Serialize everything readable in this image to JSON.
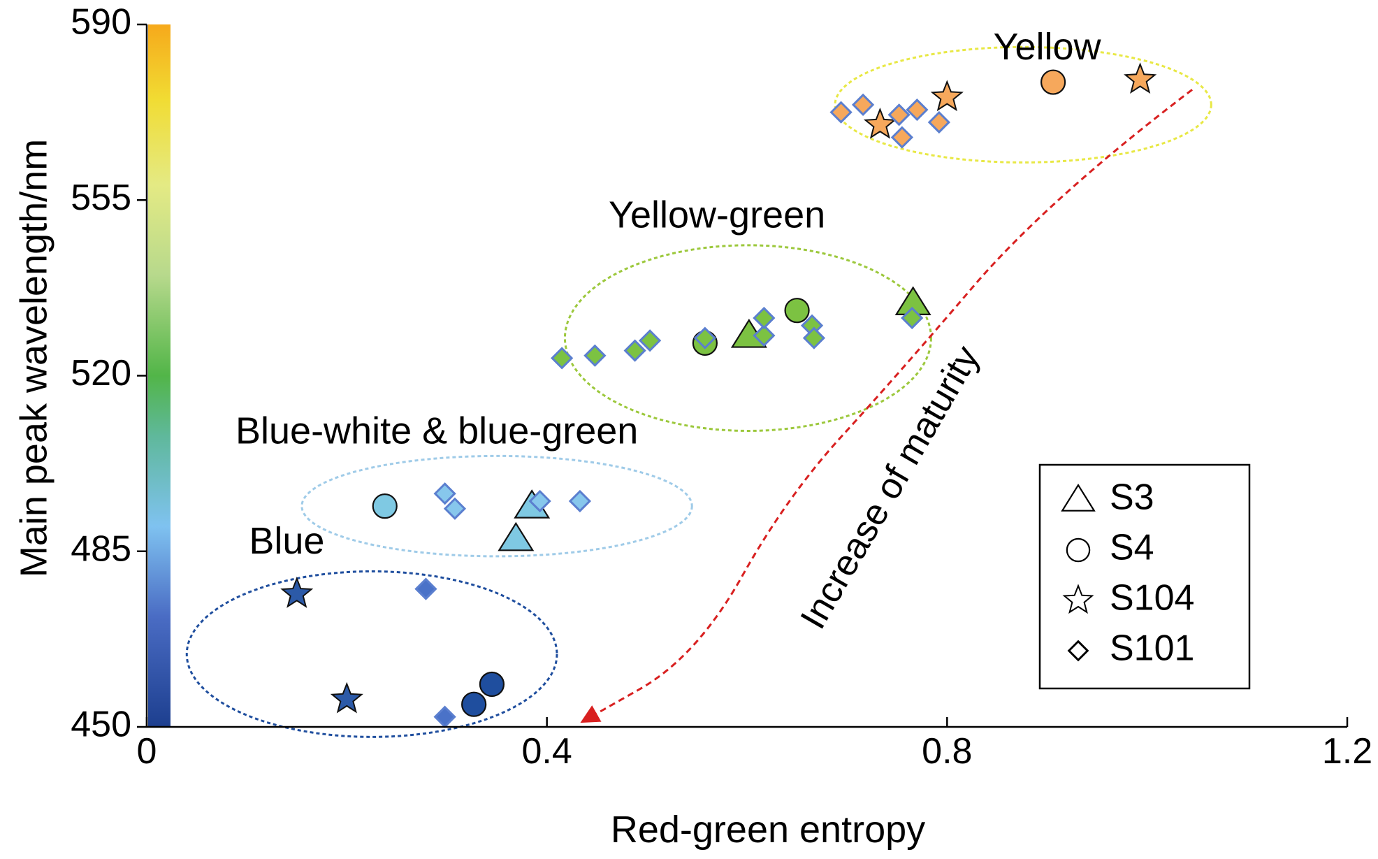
{
  "chart_data": {
    "type": "scatter",
    "xlabel": "Red-green entropy",
    "ylabel": "Main peak wavelength/nm",
    "xlim": [
      0,
      1.2
    ],
    "ylim": [
      450,
      590
    ],
    "xticks": [
      {
        "value": 0,
        "label": "0"
      },
      {
        "value": 0.4,
        "label": "0.4"
      },
      {
        "value": 0.8,
        "label": "0.8"
      },
      {
        "value": 1.2,
        "label": "1.2"
      }
    ],
    "yticks": [
      {
        "value": 450,
        "label": "450"
      },
      {
        "value": 485,
        "label": "485"
      },
      {
        "value": 520,
        "label": "520"
      },
      {
        "value": 555,
        "label": "555"
      },
      {
        "value": 590,
        "label": "590"
      }
    ],
    "grid": false,
    "legend_position": "bottom-right",
    "colorbar": {
      "position": "left",
      "range": [
        450,
        590
      ],
      "stops": [
        {
          "value": 450,
          "color": "#1d3f8f"
        },
        {
          "value": 472,
          "color": "#4a6cc4"
        },
        {
          "value": 490,
          "color": "#7fc2f0"
        },
        {
          "value": 508,
          "color": "#5fb89b"
        },
        {
          "value": 520,
          "color": "#52b548"
        },
        {
          "value": 540,
          "color": "#b7d98c"
        },
        {
          "value": 558,
          "color": "#e4ea84"
        },
        {
          "value": 575,
          "color": "#f1dc33"
        },
        {
          "value": 590,
          "color": "#f6a91b"
        }
      ]
    },
    "series": [
      {
        "name": "S3",
        "marker": "triangle",
        "points": [
          {
            "x": 0.369,
            "y": 487.5,
            "color": "#7fc9e3"
          },
          {
            "x": 0.385,
            "y": 494.0,
            "color": "#7fc9e3"
          },
          {
            "x": 0.602,
            "y": 528.0,
            "color": "#7cc242"
          },
          {
            "x": 0.766,
            "y": 534.5,
            "color": "#7cc242"
          }
        ]
      },
      {
        "name": "S4",
        "marker": "circle",
        "points": [
          {
            "x": 0.238,
            "y": 494.0,
            "color": "#7fc9e3"
          },
          {
            "x": 0.327,
            "y": 454.5,
            "color": "#1f4e9e"
          },
          {
            "x": 0.345,
            "y": 458.5,
            "color": "#1f4e9e"
          },
          {
            "x": 0.558,
            "y": 526.5,
            "color": "#7cc242"
          },
          {
            "x": 0.65,
            "y": 533.0,
            "color": "#7cc242"
          },
          {
            "x": 0.906,
            "y": 578.5,
            "color": "#f6a85c"
          }
        ]
      },
      {
        "name": "S104",
        "marker": "star",
        "points": [
          {
            "x": 0.15,
            "y": 476.5,
            "color": "#2c5aa8"
          },
          {
            "x": 0.2,
            "y": 455.5,
            "color": "#2c5aa8"
          },
          {
            "x": 0.733,
            "y": 570.0,
            "color": "#f6a85c"
          },
          {
            "x": 0.8,
            "y": 575.5,
            "color": "#f6a85c"
          },
          {
            "x": 0.993,
            "y": 579.0,
            "color": "#f6a85c"
          }
        ]
      },
      {
        "name": "S101",
        "marker": "diamond",
        "points": [
          {
            "x": 0.279,
            "y": 477.5,
            "color": "#4a72c8"
          },
          {
            "x": 0.298,
            "y": 452.0,
            "color": "#4a72c8"
          },
          {
            "x": 0.298,
            "y": 496.5,
            "color": "#87c7ec"
          },
          {
            "x": 0.308,
            "y": 493.5,
            "color": "#87c7ec"
          },
          {
            "x": 0.393,
            "y": 495.0,
            "color": "#87c7ec"
          },
          {
            "x": 0.433,
            "y": 495.0,
            "color": "#87c7ec"
          },
          {
            "x": 0.415,
            "y": 523.5,
            "color": "#7cc242"
          },
          {
            "x": 0.448,
            "y": 524.0,
            "color": "#7cc242"
          },
          {
            "x": 0.488,
            "y": 525.0,
            "color": "#7cc242"
          },
          {
            "x": 0.503,
            "y": 527.0,
            "color": "#7cc242"
          },
          {
            "x": 0.558,
            "y": 527.5,
            "color": "#7cc242"
          },
          {
            "x": 0.617,
            "y": 528.0,
            "color": "#7cc242"
          },
          {
            "x": 0.617,
            "y": 531.5,
            "color": "#7cc242"
          },
          {
            "x": 0.665,
            "y": 530.0,
            "color": "#7cc242"
          },
          {
            "x": 0.667,
            "y": 527.5,
            "color": "#7cc242"
          },
          {
            "x": 0.765,
            "y": 531.5,
            "color": "#7cc242"
          },
          {
            "x": 0.694,
            "y": 572.5,
            "color": "#f6a85c"
          },
          {
            "x": 0.716,
            "y": 574.0,
            "color": "#f6a85c"
          },
          {
            "x": 0.752,
            "y": 572.0,
            "color": "#f6a85c"
          },
          {
            "x": 0.755,
            "y": 567.5,
            "color": "#f6a85c"
          },
          {
            "x": 0.77,
            "y": 573.0,
            "color": "#f6a85c"
          },
          {
            "x": 0.792,
            "y": 570.5,
            "color": "#f6a85c"
          }
        ]
      }
    ],
    "groups": [
      {
        "label": "Blue",
        "color": "#1f4e9e",
        "ellipse_center": [
          0.225,
          464.5
        ],
        "ellipse_radius": [
          0.185,
          16.5
        ],
        "label_anchor": [
          0.14,
          486.5
        ]
      },
      {
        "label": "Blue-white & blue-green",
        "color": "#9fcbe8",
        "ellipse_center": [
          0.35,
          494.0
        ],
        "ellipse_radius": [
          0.195,
          10.0
        ],
        "label_anchor": [
          0.29,
          508.5
        ]
      },
      {
        "label": "Yellow-green",
        "color": "#9cc83c",
        "ellipse_center": [
          0.601,
          527.5
        ],
        "ellipse_radius": [
          0.183,
          18.5
        ],
        "label_anchor": [
          0.57,
          551.5
        ]
      },
      {
        "label": "Yellow",
        "color": "#e8e845",
        "ellipse_center": [
          0.876,
          574.0
        ],
        "ellipse_radius": [
          0.188,
          11.5
        ],
        "label_anchor": [
          0.9,
          585.0
        ]
      }
    ],
    "annotations": [
      {
        "text": "Increase of maturity",
        "color": "#d82020",
        "type": "dashed-arrow",
        "path": [
          [
            1.045,
            577.0
          ],
          [
            0.9,
            555.0
          ],
          [
            0.75,
            520.0
          ],
          [
            0.64,
            496.0
          ],
          [
            0.55,
            464.0
          ],
          [
            0.435,
            451.0
          ]
        ],
        "label_anchor": [
          0.745,
          497.5
        ],
        "label_angle_deg": -60
      }
    ]
  }
}
